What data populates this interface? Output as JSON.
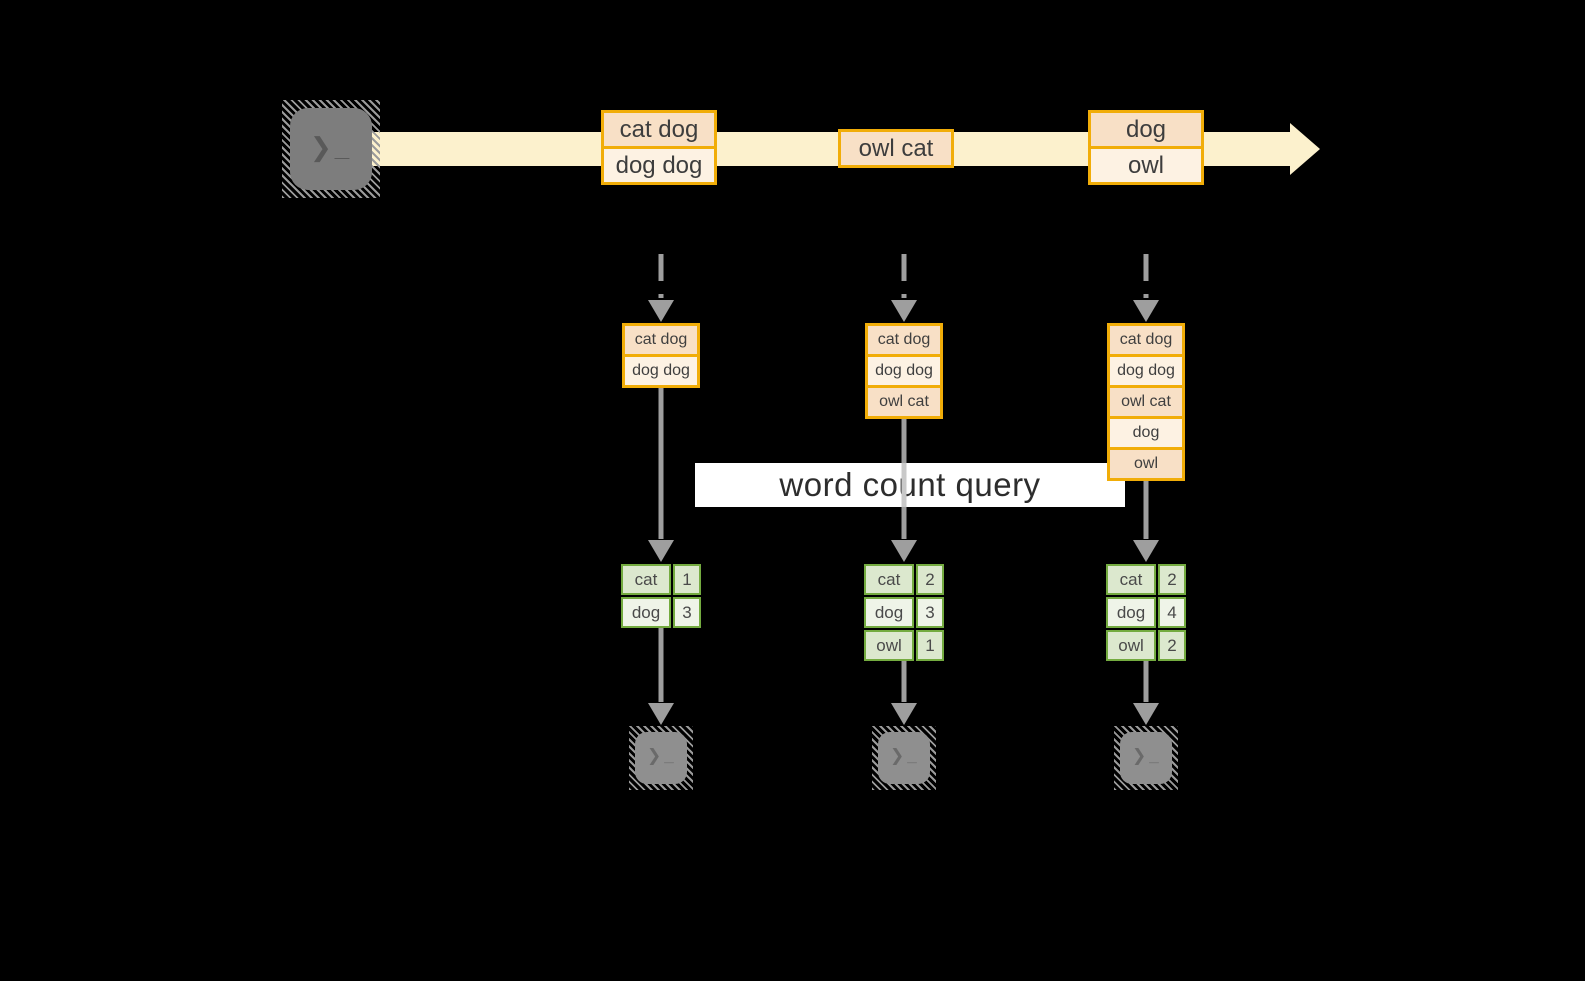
{
  "query_label": "word count query",
  "stream": {
    "batches": [
      {
        "lines": [
          "cat dog",
          "dog dog"
        ]
      },
      {
        "lines": [
          "owl cat"
        ]
      },
      {
        "lines": [
          "dog",
          "owl"
        ]
      }
    ]
  },
  "states": [
    {
      "lines": [
        "cat dog",
        "dog dog"
      ]
    },
    {
      "lines": [
        "cat dog",
        "dog dog",
        "owl cat"
      ]
    },
    {
      "lines": [
        "cat dog",
        "dog dog",
        "owl cat",
        "dog",
        "owl"
      ]
    }
  ],
  "results": [
    {
      "rows": [
        {
          "word": "cat",
          "count": "1"
        },
        {
          "word": "dog",
          "count": "3"
        }
      ]
    },
    {
      "rows": [
        {
          "word": "cat",
          "count": "2"
        },
        {
          "word": "dog",
          "count": "3"
        },
        {
          "word": "owl",
          "count": "1"
        }
      ]
    },
    {
      "rows": [
        {
          "word": "cat",
          "count": "2"
        },
        {
          "word": "dog",
          "count": "4"
        },
        {
          "word": "owl",
          "count": "2"
        }
      ]
    }
  ],
  "terminal": {
    "prompt": "❯",
    "cursor": "_"
  },
  "colors": {
    "background": "#000000",
    "stream_fill": "#fcf1cd",
    "event_border": "#f1ad08",
    "event_fill_dark": "#f8e0c6",
    "event_fill_light": "#fdf2e3",
    "table_border": "#74ab40",
    "table_fill_dark": "#dce8ce",
    "table_fill_light": "#eff4e8",
    "connector_gray": "#9e9e9e",
    "label_background": "#ffffff"
  }
}
